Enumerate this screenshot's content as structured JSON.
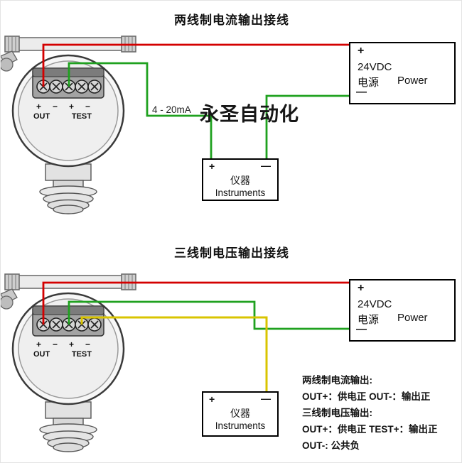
{
  "colors": {
    "wire_red": "#d40000",
    "wire_green": "#1fa11f",
    "wire_yellow": "#d9c400"
  },
  "top_section": {
    "title": "两线制电流输出接线",
    "signal_label": "4 - 20mA",
    "watermark": "永圣自动化",
    "power_box": {
      "plus": "+",
      "voltage": "24VDC",
      "supply_cn": "电源",
      "supply_en": "Power",
      "minus": "—"
    },
    "instruments_box": {
      "plus": "+",
      "minus": "—",
      "name_cn": "仪器",
      "name_en": "Instruments"
    }
  },
  "bottom_section": {
    "title": "三线制电压输出接线",
    "power_box": {
      "plus": "+",
      "voltage": "24VDC",
      "supply_cn": "电源",
      "supply_en": "Power",
      "minus": "—"
    },
    "instruments_box": {
      "plus": "+",
      "minus": "—",
      "name_cn": "仪器",
      "name_en": "Instruments"
    },
    "notes": {
      "line1": "两线制电流输出:",
      "line2": "OUT+：供电正  OUT-：输出正",
      "line3": "三线制电压输出:",
      "line4": "OUT+：供电正 TEST+：输出正",
      "line5": "OUT-: 公共负"
    }
  },
  "transmitter": {
    "signs": [
      "+",
      "−",
      "+",
      "−"
    ],
    "out_label": "OUT",
    "test_label": "TEST"
  }
}
